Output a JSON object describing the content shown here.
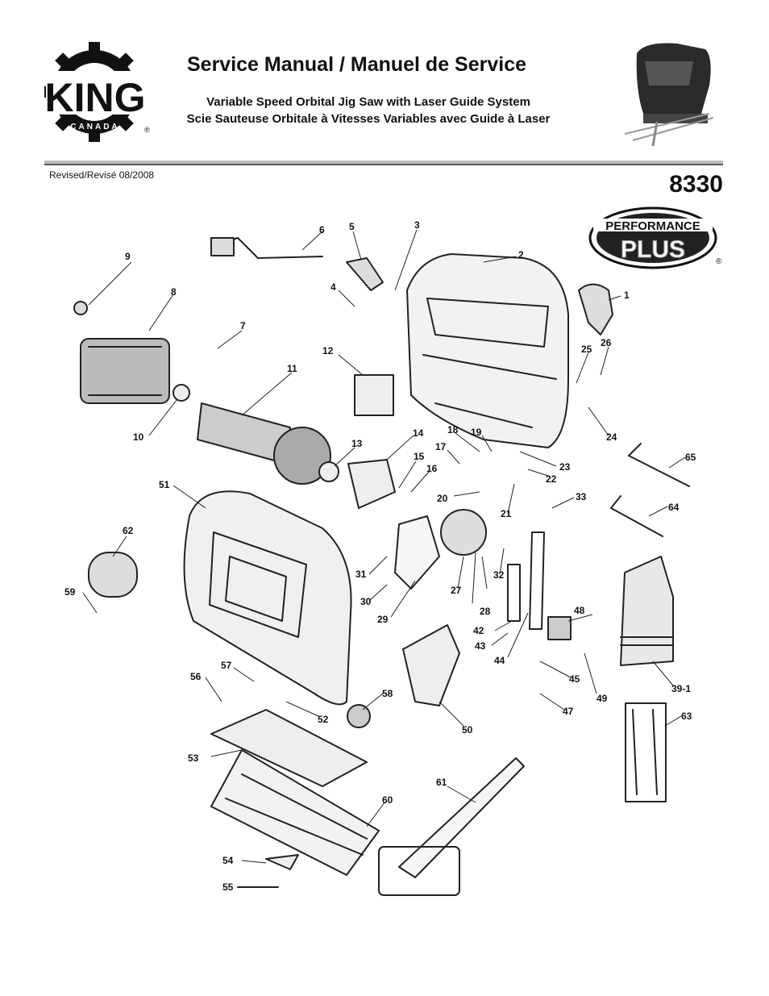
{
  "header": {
    "title": "Service Manual / Manuel de Service",
    "subtitle_en": "Variable Speed Orbital Jig Saw with Laser Guide System",
    "subtitle_fr": "Scie Sauteuse Orbitale à Vitesses Variables avec Guide à Laser",
    "revised": "Revised/Revisé 08/2008",
    "model": "8330"
  },
  "brand": {
    "logo_text": "KING",
    "logo_sub": "CANADA",
    "badge_line1": "PERFORMANCE",
    "badge_line2": "PLUS",
    "registered": "®"
  },
  "colors": {
    "ink": "#111111",
    "rule_gray": "#c0c0c0",
    "rule_dark": "#555555"
  },
  "part_labels": [
    "1",
    "2",
    "3",
    "4",
    "5",
    "6",
    "7",
    "8",
    "9",
    "10",
    "11",
    "12",
    "13",
    "14",
    "15",
    "16",
    "17",
    "18",
    "19",
    "20",
    "21",
    "22",
    "23",
    "24",
    "25",
    "26",
    "27",
    "28",
    "29",
    "30",
    "31",
    "32",
    "33",
    "39-1",
    "42",
    "43",
    "44",
    "45",
    "47",
    "48",
    "49",
    "50",
    "51",
    "52",
    "53",
    "54",
    "55",
    "56",
    "57",
    "58",
    "59",
    "60",
    "61",
    "62",
    "63",
    "64",
    "65"
  ]
}
